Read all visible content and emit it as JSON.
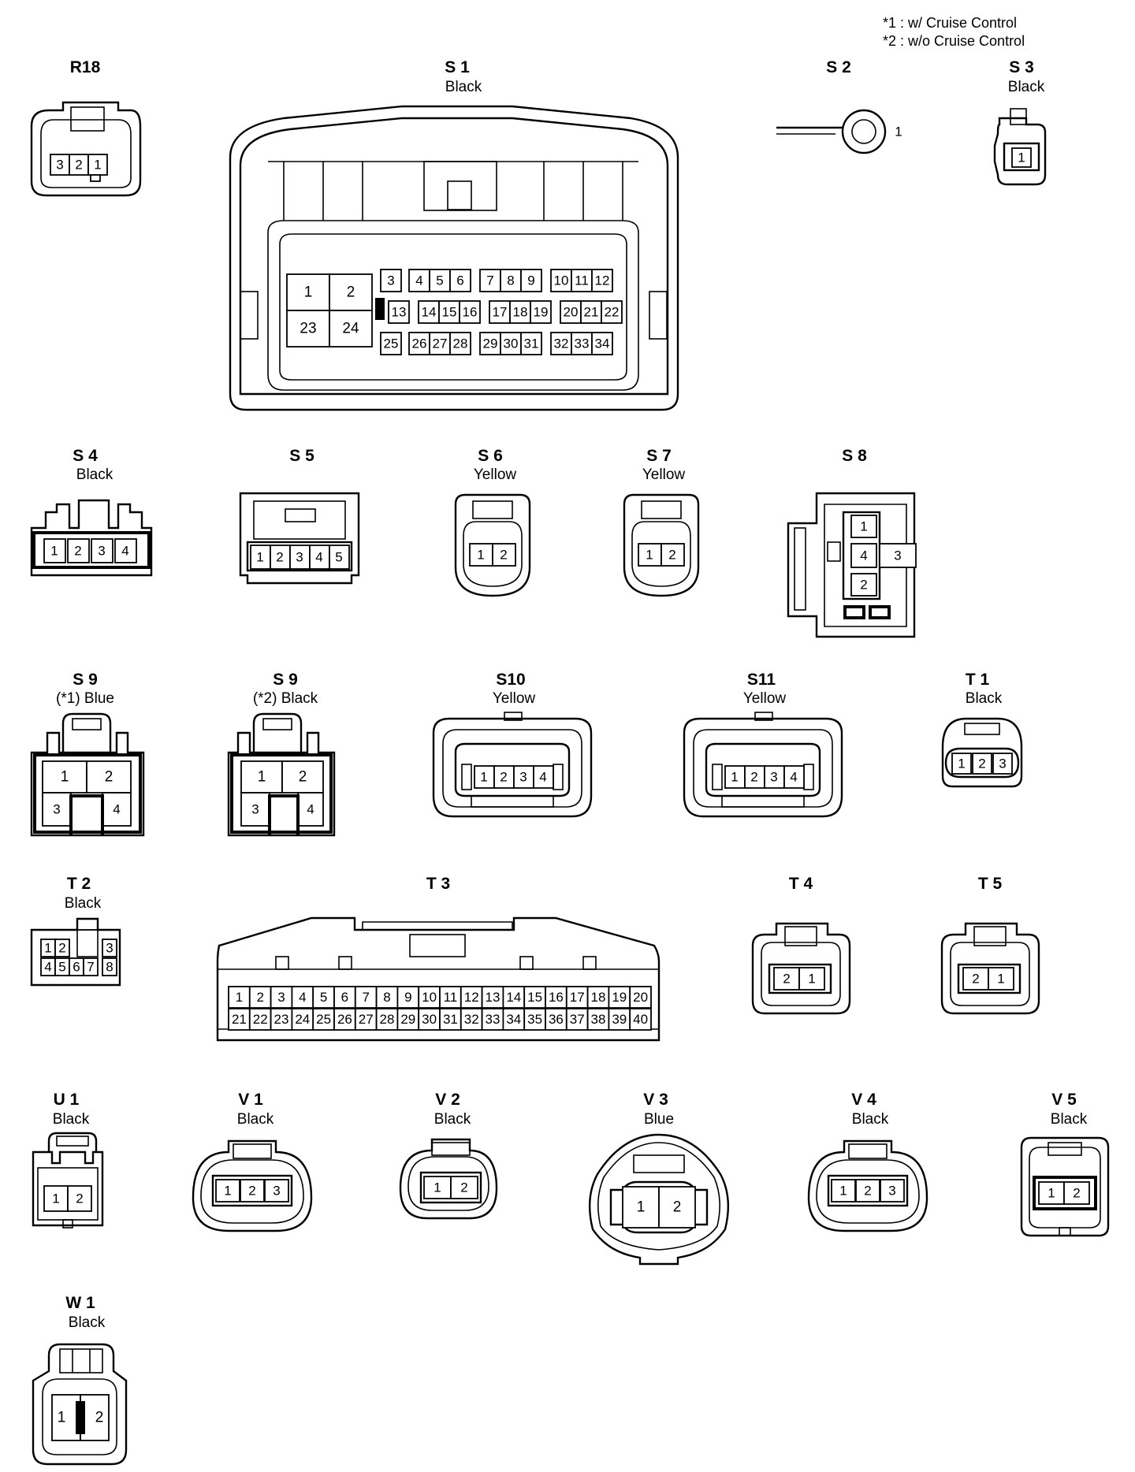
{
  "notes": {
    "n1": "*1 : w/ Cruise Control",
    "n2": "*2 : w/o Cruise Control"
  },
  "connectors": {
    "R18": {
      "name": "R18",
      "color": "",
      "pins": [
        "3",
        "2",
        "1"
      ]
    },
    "S1": {
      "name": "S 1",
      "color": "Black",
      "pins": [
        "1",
        "2",
        "3",
        "4",
        "5",
        "6",
        "7",
        "8",
        "9",
        "10",
        "11",
        "12",
        "13",
        "14",
        "15",
        "16",
        "17",
        "18",
        "19",
        "20",
        "21",
        "22",
        "23",
        "24",
        "25",
        "26",
        "27",
        "28",
        "29",
        "30",
        "31",
        "32",
        "33",
        "34"
      ]
    },
    "S2": {
      "name": "S 2",
      "color": "",
      "pins": [
        "1"
      ]
    },
    "S3": {
      "name": "S 3",
      "color": "Black",
      "pins": [
        "1"
      ]
    },
    "S4": {
      "name": "S 4",
      "color": "Black",
      "pins": [
        "1",
        "2",
        "3",
        "4"
      ]
    },
    "S5": {
      "name": "S 5",
      "color": "",
      "pins": [
        "1",
        "2",
        "3",
        "4",
        "5"
      ]
    },
    "S6": {
      "name": "S 6",
      "color": "Yellow",
      "pins": [
        "1",
        "2"
      ]
    },
    "S7": {
      "name": "S 7",
      "color": "Yellow",
      "pins": [
        "1",
        "2"
      ]
    },
    "S8": {
      "name": "S 8",
      "color": "",
      "pins": [
        "1",
        "4",
        "3",
        "2"
      ]
    },
    "S9a": {
      "name": "S 9",
      "color": "(*1)  Blue",
      "pins": [
        "1",
        "2",
        "3",
        "4"
      ]
    },
    "S9b": {
      "name": "S 9",
      "color": "(*2)  Black",
      "pins": [
        "1",
        "2",
        "3",
        "4"
      ]
    },
    "S10": {
      "name": "S10",
      "color": "Yellow",
      "pins": [
        "1",
        "2",
        "3",
        "4"
      ]
    },
    "S11": {
      "name": "S11",
      "color": "Yellow",
      "pins": [
        "1",
        "2",
        "3",
        "4"
      ]
    },
    "T1": {
      "name": "T 1",
      "color": "Black",
      "pins": [
        "1",
        "2",
        "3"
      ]
    },
    "T2": {
      "name": "T 2",
      "color": "Black",
      "pins": [
        "1",
        "2",
        "3",
        "4",
        "5",
        "6",
        "7",
        "8"
      ]
    },
    "T3": {
      "name": "T 3",
      "color": "",
      "pins": [
        "1",
        "2",
        "3",
        "4",
        "5",
        "6",
        "7",
        "8",
        "9",
        "10",
        "11",
        "12",
        "13",
        "14",
        "15",
        "16",
        "17",
        "18",
        "19",
        "20",
        "21",
        "22",
        "23",
        "24",
        "25",
        "26",
        "27",
        "28",
        "29",
        "30",
        "31",
        "32",
        "33",
        "34",
        "35",
        "36",
        "37",
        "38",
        "39",
        "40"
      ]
    },
    "T4": {
      "name": "T 4",
      "color": "",
      "pins": [
        "2",
        "1"
      ]
    },
    "T5": {
      "name": "T 5",
      "color": "",
      "pins": [
        "2",
        "1"
      ]
    },
    "U1": {
      "name": "U 1",
      "color": "Black",
      "pins": [
        "1",
        "2"
      ]
    },
    "V1": {
      "name": "V 1",
      "color": "Black",
      "pins": [
        "1",
        "2",
        "3"
      ]
    },
    "V2": {
      "name": "V 2",
      "color": "Black",
      "pins": [
        "1",
        "2"
      ]
    },
    "V3": {
      "name": "V 3",
      "color": "Blue",
      "pins": [
        "1",
        "2"
      ]
    },
    "V4": {
      "name": "V 4",
      "color": "Black",
      "pins": [
        "1",
        "2",
        "3"
      ]
    },
    "V5": {
      "name": "V 5",
      "color": "Black",
      "pins": [
        "1",
        "2"
      ]
    },
    "W1": {
      "name": "W 1",
      "color": "Black",
      "pins": [
        "1",
        "2"
      ]
    }
  }
}
